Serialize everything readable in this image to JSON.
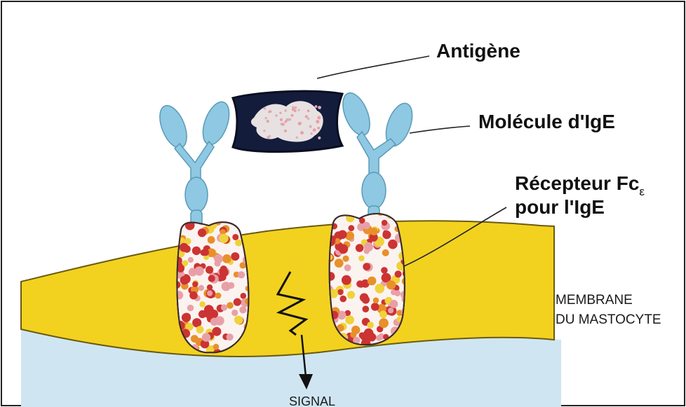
{
  "diagram": {
    "labels": {
      "antigen": "Antigène",
      "ige_molecule": "Molécule d'IgE",
      "receptor_line1": "Récepteur Fc",
      "receptor_subscript": "ε",
      "receptor_line2": "pour l'IgE",
      "membrane_line1": "MEMBRANE",
      "membrane_line2": "DU MASTOCYTE",
      "signal": "SIGNAL"
    },
    "colors": {
      "membrane": "#f2d21f",
      "membrane_edge": "#6b5a10",
      "cytoplasm": "#cfe6f2",
      "ige": "#8ec8e2",
      "antigen_shell": "#141c3c",
      "antigen_core": "#f3ecea",
      "receptor_dot_red": "#cc3333",
      "receptor_dot_orange": "#e8902a",
      "receptor_dot_yellow": "#f0d23a",
      "receptor_dot_pink": "#e8a0a8"
    }
  }
}
